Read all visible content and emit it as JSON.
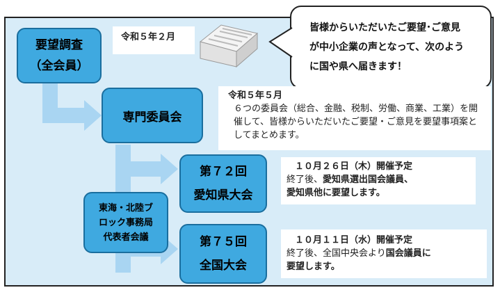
{
  "step1": {
    "line1": "要望調査",
    "line2": "（全会員）",
    "date": "令和５年２月"
  },
  "bubble": {
    "line1": "皆様からいただいたご要望･ご意見",
    "line2": "が中小企業の声となって、次のよう",
    "line3": "に国や県へ届きます！"
  },
  "step2": {
    "label": "専門委員会",
    "date": "令和５年５月",
    "desc": "６つの委員会（総合、金融、税制、労働、商業、工業）を開催して、皆様からいただいたご要望・ご意見を要望事項案としてまとめます。"
  },
  "step3": {
    "line1": "第７２回",
    "line2": "愛知県大会",
    "date": "１０月２６日（木）開催予定",
    "desc_a": "終了後、",
    "desc_b": "愛知県選出国会議員、",
    "desc_c": "愛知県他に要望します。"
  },
  "side": {
    "line1": "東海・北陸ブ",
    "line2": "ロック事務局",
    "line3": "代表者会議"
  },
  "step4": {
    "line1": "第７５回",
    "line2": "全国大会",
    "date": "１０月１１日（水）開催予定",
    "desc_a": "終了後、全国中央会より",
    "desc_b": "国会議員に",
    "desc_c": "要望します。"
  },
  "colors": {
    "box": "#3fa9e0",
    "panel": "#d8ecf8",
    "arrow": "#a9d5f2"
  },
  "icons": {
    "documents": "document-stack-icon"
  }
}
